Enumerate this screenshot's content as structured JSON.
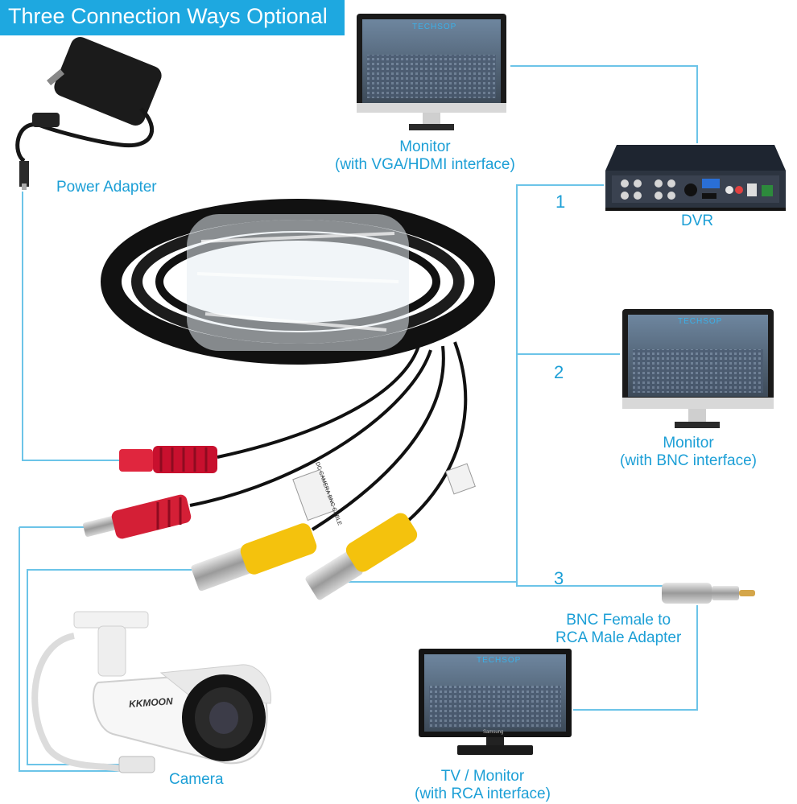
{
  "header": {
    "title": "Three Connection Ways Optional"
  },
  "labels": {
    "power_adapter": "Power Adapter",
    "monitor_vga": {
      "line1": "Monitor",
      "line2": "(with VGA/HDMI interface)"
    },
    "dvr": "DVR",
    "monitor_bnc": {
      "line1": "Monitor",
      "line2": "(with BNC interface)"
    },
    "bnc_adapter": {
      "line1": "BNC Female to",
      "line2": "RCA Male Adapter"
    },
    "tv_monitor": {
      "line1": "TV / Monitor",
      "line2": "(with RCA interface)"
    },
    "camera": "Camera"
  },
  "connections": [
    {
      "number": "1"
    },
    {
      "number": "2"
    },
    {
      "number": "3"
    }
  ],
  "device_text": {
    "camera_brand": "KKMOON",
    "cable_tag": "DC CAMERA BNC CABLE",
    "screen_brand": "TECHSOP",
    "tv_brand": "Samsung"
  },
  "colors": {
    "accent": "#1ea8e0",
    "label_text": "#1c9fd6",
    "connector_line": "#6cc4e8",
    "power_plug": "#e0263e",
    "bnc_plug": "#f4c20d",
    "cable": "#111111"
  }
}
